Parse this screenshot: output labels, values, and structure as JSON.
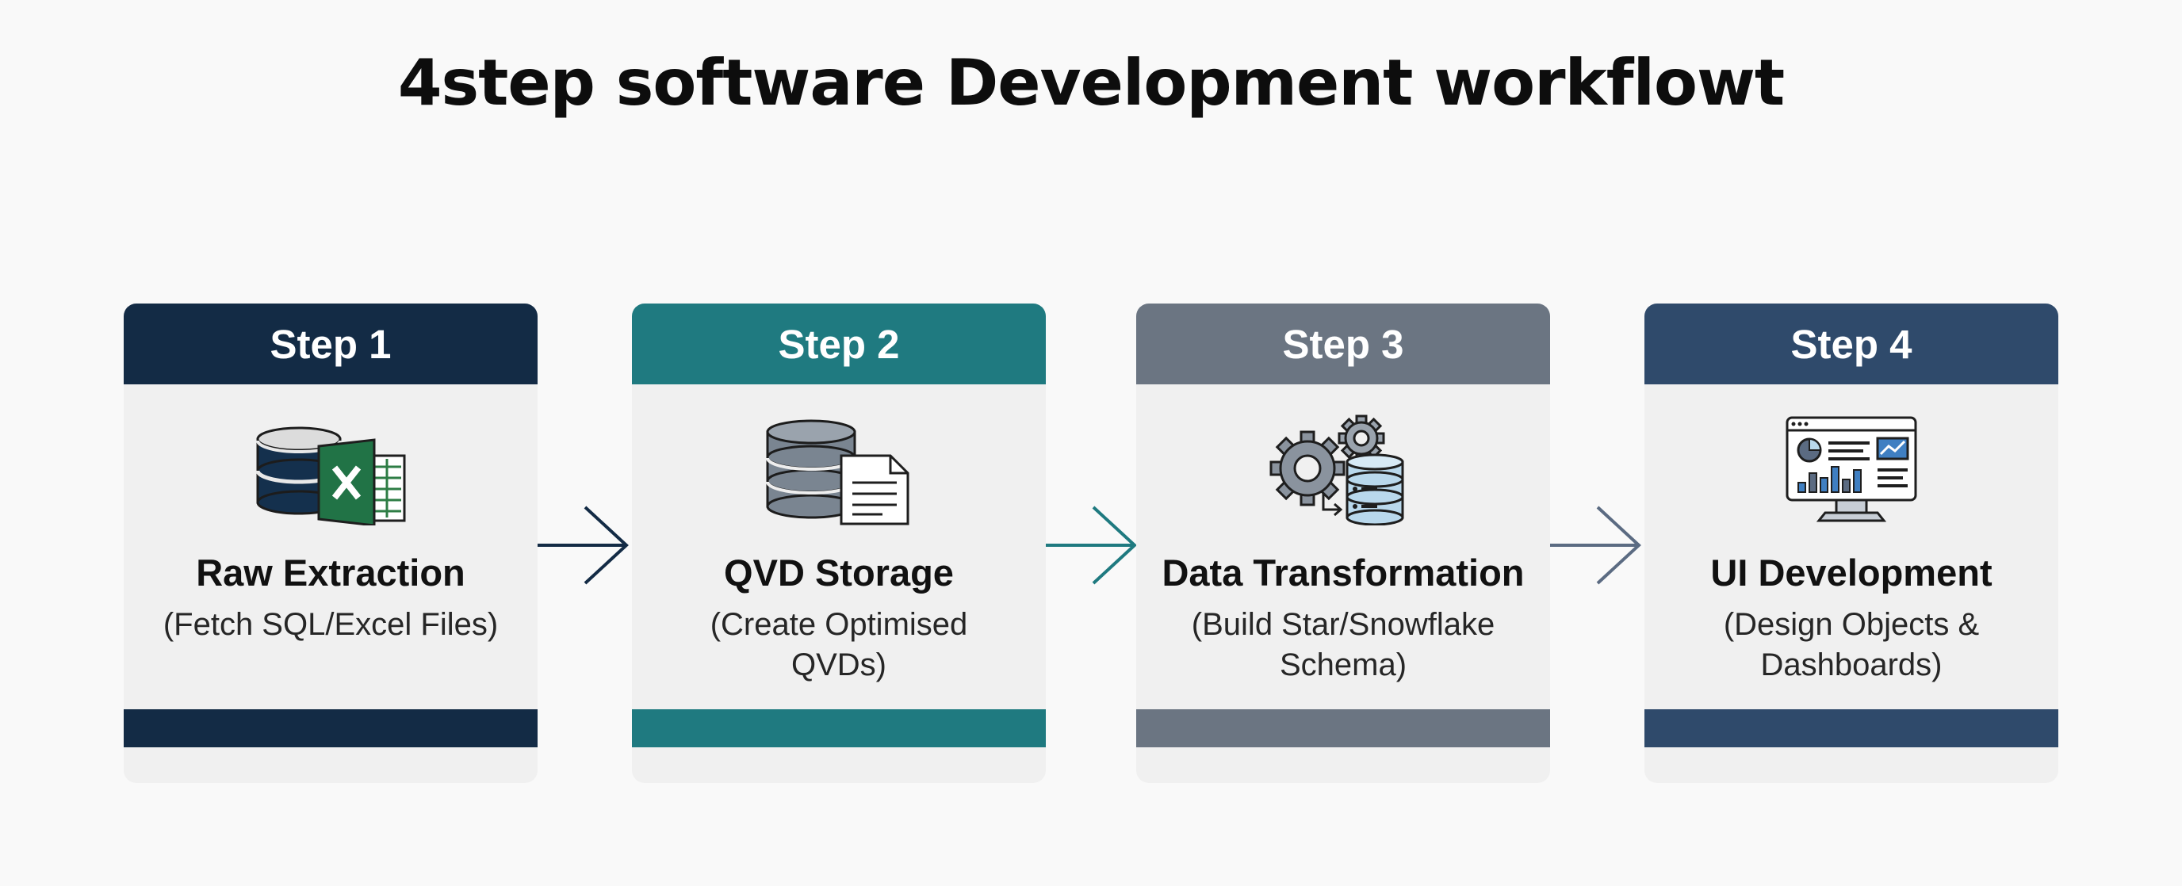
{
  "title": "4step software Development workflowt",
  "steps": [
    {
      "label": "Step 1",
      "title": "Raw Extraction",
      "description": "(Fetch SQL/Excel Files)",
      "color": "#132b45",
      "icon": "database-excel-icon"
    },
    {
      "label": "Step 2",
      "title": "QVD Storage",
      "description": "(Create Optimised QVDs)",
      "color": "#1f7a80",
      "icon": "database-document-icon"
    },
    {
      "label": "Step 3",
      "title": "Data Transformation",
      "description": "(Build Star/Snowflake Schema)",
      "color": "#6b7582",
      "icon": "gears-database-icon"
    },
    {
      "label": "Step 4",
      "title": "UI Development",
      "description": "(Design Objects & Dashboards)",
      "color": "#2f4a6b",
      "icon": "dashboard-monitor-icon"
    }
  ],
  "arrows": [
    {
      "color": "#132b45",
      "icon": "arrow-right-icon"
    },
    {
      "color": "#1f7a80",
      "icon": "arrow-right-icon"
    },
    {
      "color": "#5b6b82",
      "icon": "arrow-right-icon"
    }
  ]
}
